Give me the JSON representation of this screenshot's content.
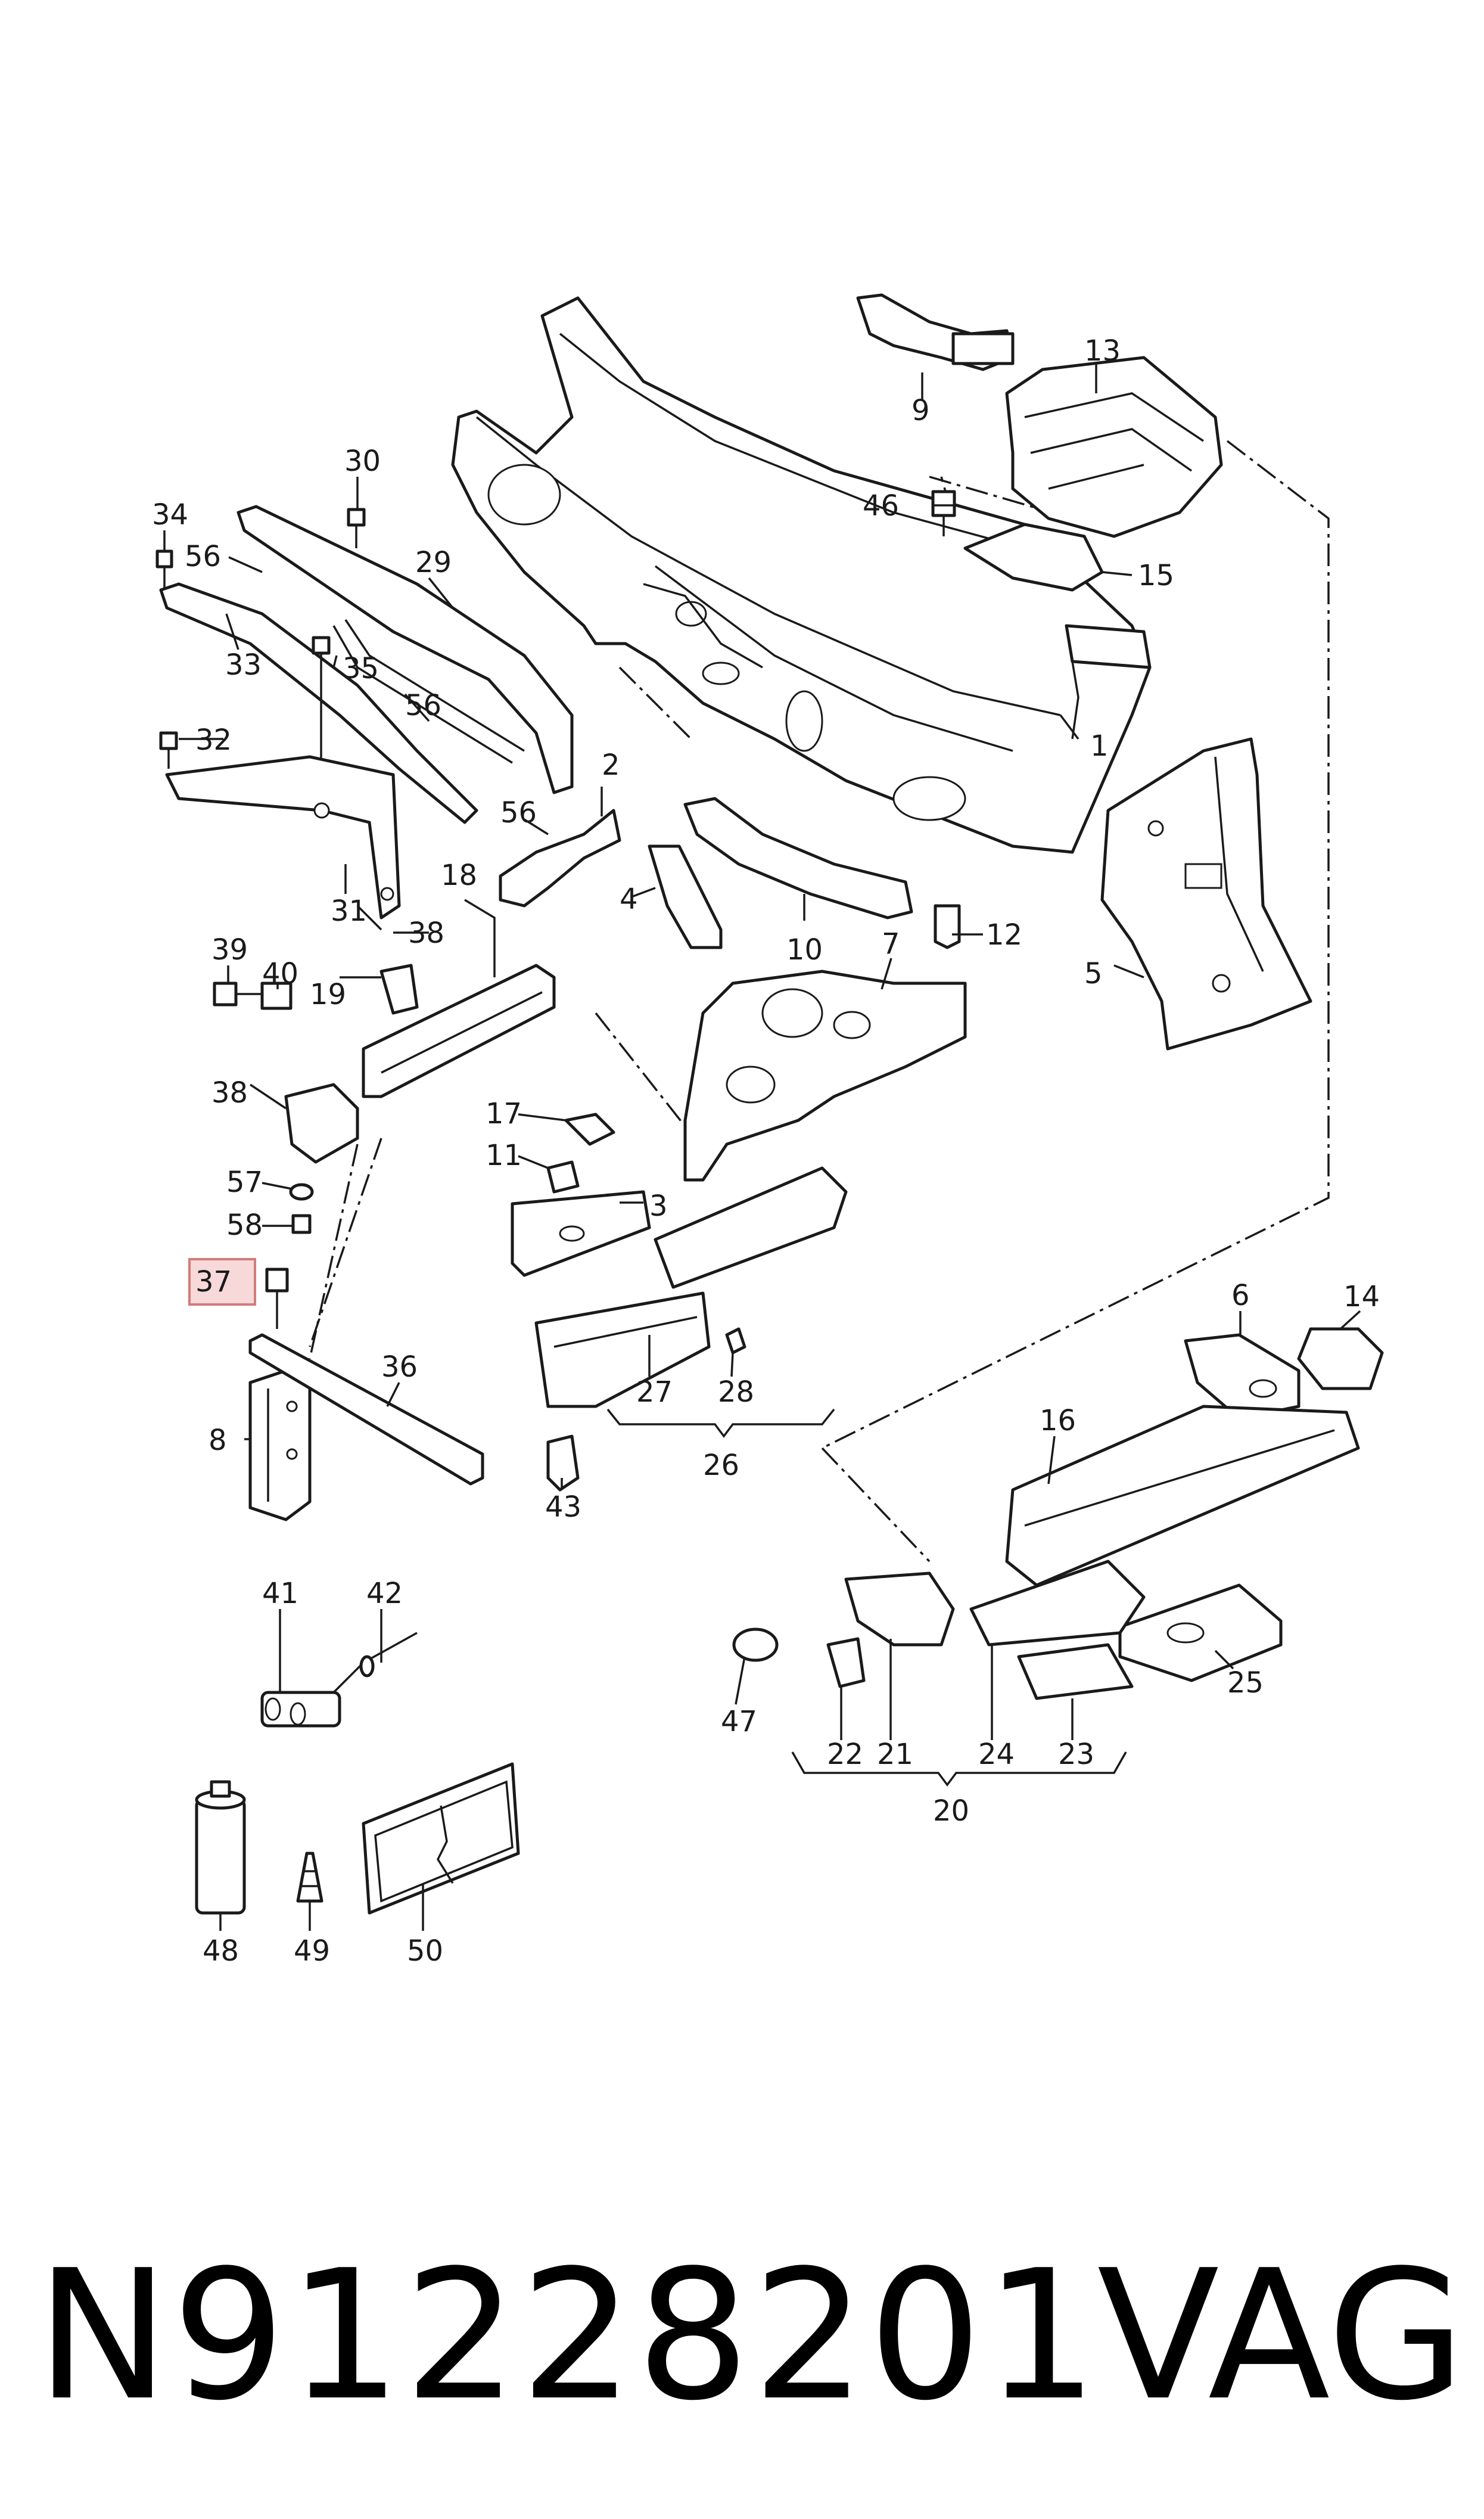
{
  "labels": {
    "l1": "1",
    "l2": "2",
    "l3": "3",
    "l4": "4",
    "l5": "5",
    "l6": "6",
    "l7": "7",
    "l8": "8",
    "l9": "9",
    "l10": "10",
    "l11": "11",
    "l12": "12",
    "l13": "13",
    "l14": "14",
    "l15": "15",
    "l16": "16",
    "l17": "17",
    "l18": "18",
    "l19": "19",
    "l20": "20",
    "l21": "21",
    "l22": "22",
    "l23": "23",
    "l24": "24",
    "l25": "25",
    "l26": "26",
    "l27": "27",
    "l28": "28",
    "l29": "29",
    "l30": "30",
    "l31": "31",
    "l32": "32",
    "l33": "33",
    "l34": "34",
    "l35": "35",
    "l36": "36",
    "l37": "37",
    "l38a": "38",
    "l38b": "38",
    "l39": "39",
    "l40": "40",
    "l41": "41",
    "l42": "42",
    "l43": "43",
    "l46": "46",
    "l47": "47",
    "l48": "48",
    "l49": "49",
    "l50": "50",
    "l56a": "56",
    "l56b": "56",
    "l56c": "56",
    "l57": "57",
    "l58": "58"
  },
  "highlight": {
    "label": "37",
    "color": "#f7d9d9",
    "border": "#d27b7b"
  },
  "footer": {
    "part_number": "N91228201",
    "brand": "VAG"
  }
}
